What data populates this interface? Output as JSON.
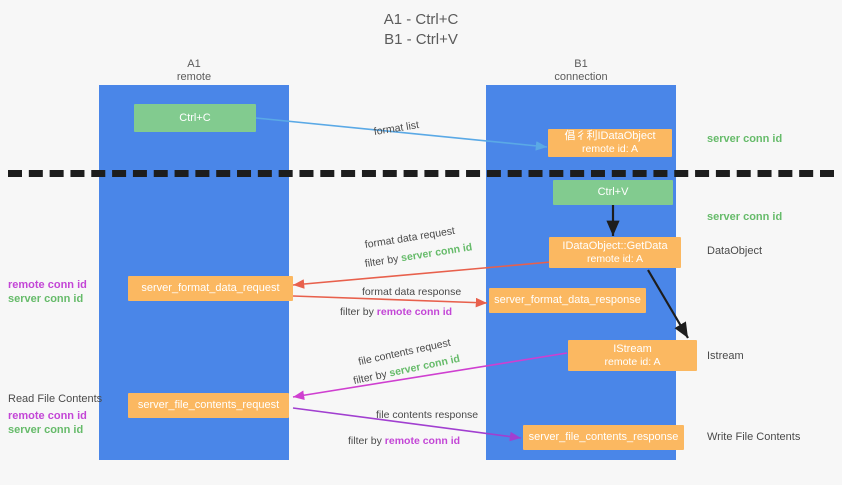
{
  "title": "A1 - Ctrl+C\nB1 - Ctrl+V",
  "lanes": [
    {
      "name": "A1",
      "sub": "remote"
    },
    {
      "name": "B1",
      "sub": "connection"
    }
  ],
  "boxes": {
    "ctrl_c": {
      "line1": "Ctrl+C",
      "color": "#82cb8f"
    },
    "ctrl_v": {
      "line1": "Ctrl+V",
      "color": "#82cb8f"
    },
    "idataobject": {
      "line1": "倡彳利IDataObject",
      "line2": "remote id: A",
      "color": "#fbb861"
    },
    "getdata": {
      "line1": "IDataObject::GetData",
      "line2": "remote id: A",
      "color": "#fbb861"
    },
    "istream": {
      "line1": "IStream",
      "line2": "remote id: A",
      "color": "#fbb861"
    },
    "format_data_request": {
      "line1": "server_format_data_request",
      "color": "#fbb861"
    },
    "format_data_response": {
      "line1": "server_format_data_response",
      "color": "#fbb861"
    },
    "file_contents_request": {
      "line1": "server_file_contents_request",
      "color": "#fbb861"
    },
    "file_contents_response": {
      "line1": "server_file_contents_response",
      "color": "#fbb861"
    }
  },
  "edges": {
    "format_list": "format list",
    "fd_request": "format data request",
    "fd_request_filter_prefix": "filter by ",
    "fd_request_filter_value": "server conn id",
    "fd_response": "format data response",
    "fd_response_filter_prefix": "filter by ",
    "fd_response_filter_value": "remote conn id",
    "fc_request": "file contents request",
    "fc_request_filter_prefix": "filter by ",
    "fc_request_filter_value": "server conn id",
    "fc_response": "file contents response",
    "fc_response_filter_prefix": "filter by ",
    "fc_response_filter_value": "remote conn id"
  },
  "left_notes": {
    "fd_remote": "remote conn id",
    "fd_server": "server conn id",
    "read_file_contents": "Read File Contents",
    "fc_remote": "remote conn id",
    "fc_server": "server conn id"
  },
  "right_notes": {
    "server_conn_top": "server conn id",
    "server_conn_mid": "server conn id",
    "dataobject": "DataObject",
    "istream": "Istream",
    "write_file_contents": "Write File Contents"
  },
  "colors": {
    "lane": "#4a86e8",
    "green": "#82cb8f",
    "orange": "#fbb861",
    "blue_wire": "#5aa9e6",
    "red_wire": "#e8604c",
    "magenta_wire": "#cf3fd0",
    "purple_wire": "#a13fd0",
    "black_wire": "#1d1d1d",
    "green_text": "#66bb6a",
    "purple_text": "#c346d6"
  }
}
